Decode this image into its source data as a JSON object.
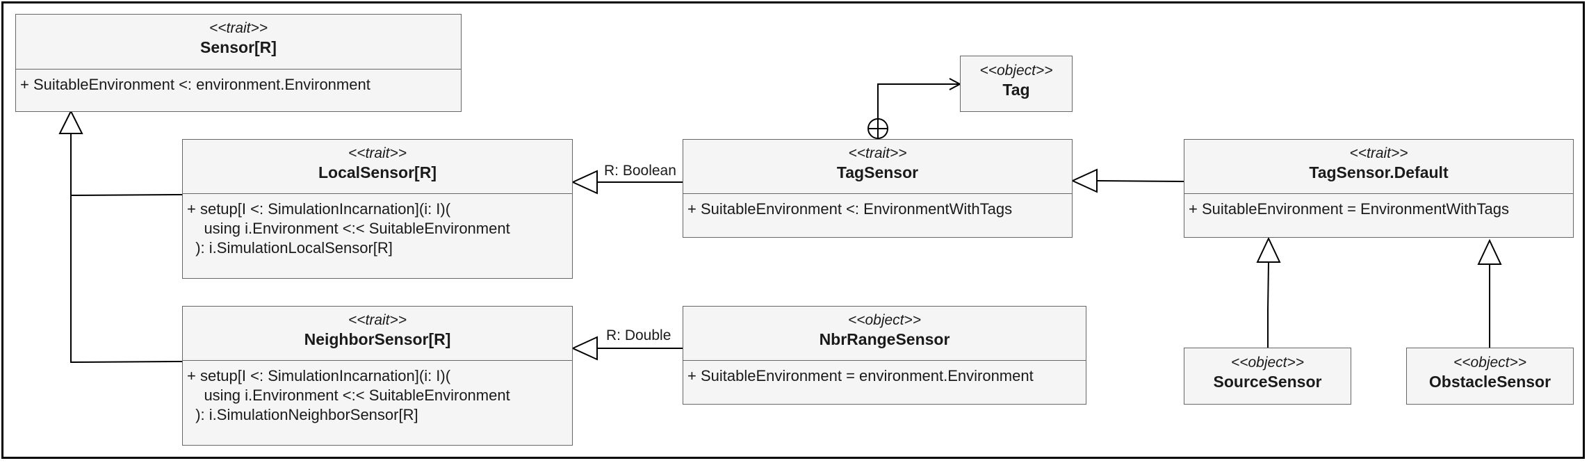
{
  "classes": {
    "sensor": {
      "stereotype": "<<trait>>",
      "name": "Sensor[R]",
      "members": [
        "+ SuitableEnvironment <: environment.Environment"
      ]
    },
    "local_sensor": {
      "stereotype": "<<trait>>",
      "name": "LocalSensor[R]",
      "members": [
        "+ setup[I <: SimulationIncarnation](i: I)(",
        "    using i.Environment <:< SuitableEnvironment",
        "  ): i.SimulationLocalSensor[R]"
      ]
    },
    "neighbor_sensor": {
      "stereotype": "<<trait>>",
      "name": "NeighborSensor[R]",
      "members": [
        "+ setup[I <: SimulationIncarnation](i: I)(",
        "    using i.Environment <:< SuitableEnvironment",
        "  ): i.SimulationNeighborSensor[R]"
      ]
    },
    "tag": {
      "stereotype": "<<object>>",
      "name": "Tag"
    },
    "tag_sensor": {
      "stereotype": "<<trait>>",
      "name": "TagSensor",
      "members": [
        "+ SuitableEnvironment <: EnvironmentWithTags"
      ]
    },
    "nbr_range_sensor": {
      "stereotype": "<<object>>",
      "name": "NbrRangeSensor",
      "members": [
        "+ SuitableEnvironment = environment.Environment"
      ]
    },
    "tag_sensor_default": {
      "stereotype": "<<trait>>",
      "name": "TagSensor.Default",
      "members": [
        "+ SuitableEnvironment = EnvironmentWithTags"
      ]
    },
    "source_sensor": {
      "stereotype": "<<object>>",
      "name": "SourceSensor"
    },
    "obstacle_sensor": {
      "stereotype": "<<object>>",
      "name": "ObstacleSensor"
    }
  },
  "relations": {
    "tag_sensor_to_local": "R: Boolean",
    "nbr_range_to_neighbor": "R: Double"
  }
}
